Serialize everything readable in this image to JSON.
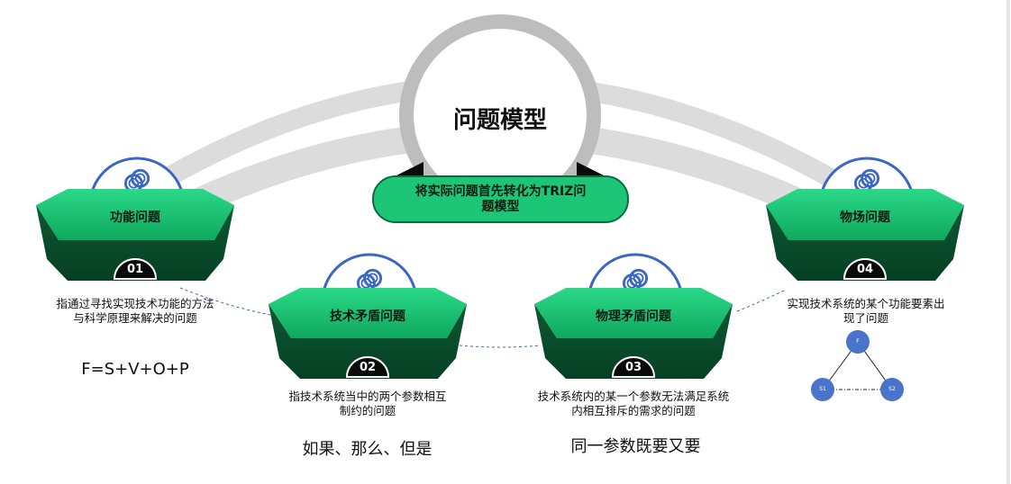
{
  "center": {
    "title": "问题模型",
    "subtitle": "将实际问题首先转化为TRIZ问题模型"
  },
  "nodes": [
    {
      "title": "功能问题",
      "number": "01",
      "description": "指通过寻找实现技术功能的方法与科学原理来解决的问题",
      "formula": "F=S+V+O+P"
    },
    {
      "title": "技术矛盾问题",
      "number": "02",
      "description": "指技术系统当中的两个参数相互制约的问题",
      "formula": "如果、那么、但是"
    },
    {
      "title": "物理矛盾问题",
      "number": "03",
      "description": "技术系统内的某一个参数无法满足系统内相互排斥的需求的问题",
      "formula": "同一参数既要又要"
    },
    {
      "title": "物场问题",
      "number": "04",
      "description": "实现技术系统的某个功能要素出现了问题"
    }
  ],
  "substance_field": {
    "field": "F",
    "substance1": "S1",
    "substance2": "S2"
  },
  "colors": {
    "green": "#1cc676",
    "dark_green": "#0e5a32",
    "blue": "#3a67c4",
    "arc_gray": "#d9d9d9",
    "ring_gray": "#bdbdbd"
  },
  "icons": [
    "link-icon"
  ]
}
